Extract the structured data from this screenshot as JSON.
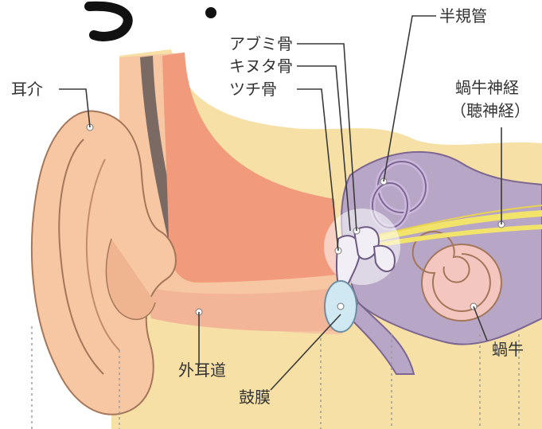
{
  "colors": {
    "skin": "#f6c7a2",
    "skin_dark": "#e2a27b",
    "skin_outline": "#a4765a",
    "canal": "#f19a7c",
    "canal_dark": "#7b6a63",
    "bone_bg": "#f6e0a5",
    "inner_ear": "#b7a6c6",
    "inner_outline": "#7d6792",
    "nerve": "#f2e36a",
    "eardrum": "#cfe8f2",
    "cochlea": "#f3c6bf",
    "leader": "#3a3a3a"
  },
  "labels": {
    "pinna": "耳介",
    "stapes": "アブミ骨",
    "incus": "キヌタ骨",
    "malleus": "ツチ骨",
    "semicircular_canals": "半規管",
    "cochlear_nerve": "蝸牛神経",
    "auditory_nerve_paren": "（聴神経）",
    "ear_canal": "外耳道",
    "eardrum": "鼓膜",
    "cochlea": "蝸牛"
  }
}
